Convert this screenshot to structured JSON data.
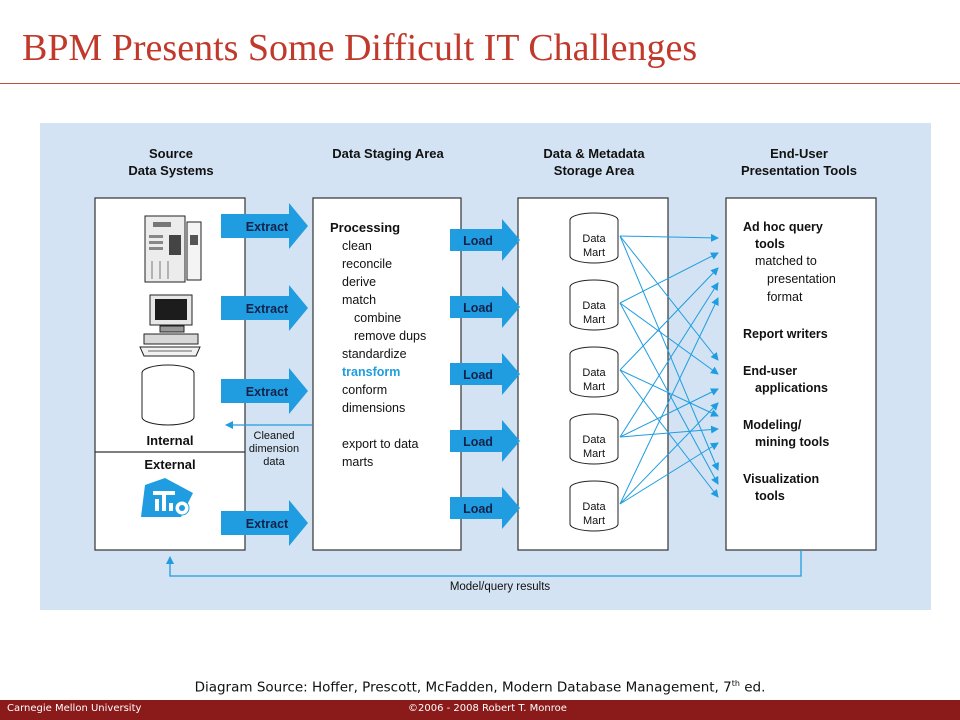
{
  "slide": {
    "title": "BPM Presents Some Difficult IT Challenges",
    "caption_main": "Diagram Source: Hoffer, Prescott, McFadden, Modern Database Management, 7",
    "caption_sup": "th",
    "caption_tail": " ed.",
    "footer_left": "Carnegie Mellon University",
    "footer_center": "©2006 - 2008 Robert T. Monroe"
  },
  "diagram": {
    "col1": {
      "header_line1": "Source",
      "header_line2": "Data Systems",
      "internal": "Internal",
      "external": "External"
    },
    "col2": {
      "header": "Data Staging Area",
      "processing": "Processing",
      "steps": [
        "clean",
        "reconcile",
        "derive",
        "match",
        "combine",
        "remove dups",
        "standardize",
        "transform",
        "conform",
        "dimensions",
        "export to data",
        "marts"
      ]
    },
    "col3": {
      "header_line1": "Data & Metadata",
      "header_line2": "Storage Area",
      "mart_line1": "Data",
      "mart_line2": "Mart"
    },
    "col4": {
      "header_line1": "End-User",
      "header_line2": "Presentation Tools",
      "tools": [
        "Ad hoc query",
        "tools",
        "matched to",
        "presentation",
        "format",
        "Report writers",
        "End-user",
        "applications",
        "Modeling/",
        "mining tools",
        "Visualization",
        "tools"
      ]
    },
    "extract_label": "Extract",
    "load_label": "Load",
    "cleaned_note": [
      "Cleaned",
      "dimension",
      "data"
    ],
    "feedback_label": "Model/query results",
    "colors": {
      "arrow": "#1f9de0",
      "panel": "#d3e3f3"
    }
  }
}
